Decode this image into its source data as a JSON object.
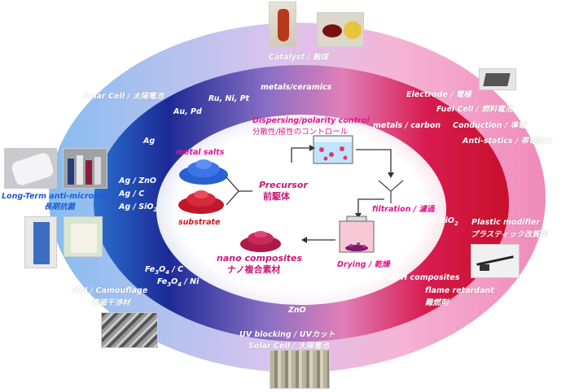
{
  "colors": {
    "outer_left": "#7fb7ec",
    "outer_right": "#f4a0c8",
    "middle_left": "#1f2f9a",
    "middle_center": "#c9a6df",
    "middle_right": "#d01030",
    "inner": "#ffffff",
    "label_blue": "#1f5bd6",
    "accent_magenta": "#e0188c"
  },
  "top": {
    "catalyst": "Catalyst / 触媒",
    "metals_ceramics": "metals/ceramics",
    "ru_ni_pt": "Ru, Ni, Pt",
    "au_pd": "Au, Pd",
    "ag": "Ag"
  },
  "left": {
    "solar_cell": "Solar Cell / 太陽電池",
    "antimicrobial_en": "Long-Term anti-microbial",
    "antimicrobial_jp": "長期抗菌",
    "ag_zno": "Ag / ZnO",
    "ag_c": "Ag / C",
    "ag_sio2": "Ag / SiO",
    "sio2_sub": "2",
    "fe3o4_c_a": "Fe",
    "fe3o4_c_b": "3",
    "fe3o4_c_c": "O",
    "fe3o4_c_d": "4",
    "fe3o4_c_e": " / C",
    "fe3o4_ni_e": " / Ni",
    "emi_en": "EMI / Camouflage",
    "emi_jp": "電磁干渉材"
  },
  "right": {
    "electrode": "Electrode / 電極",
    "fuel_cell": "Fuel Cell / 燃料電池",
    "metals_carbon": "metals / carbon",
    "conduction": "Conduction / 導電",
    "antistatics": "Anti-statics / 帯電防止",
    "zno_sio2": "ZnO / SiO",
    "plastic_en": "Plastic modifier",
    "plastic_jp": "プラスティック改質剤",
    "mdh": "MDH / ATH composites",
    "flame_en": "flame retardant",
    "flame_jp": "難燃剤"
  },
  "bottom": {
    "zno": "ZnO",
    "uv": "UV blocking / UVカット",
    "solar": "Solar Cell / 太陽電池"
  },
  "center": {
    "metal_salts": "metal salts",
    "substrate": "substrate",
    "precursor_en": "Precursor",
    "precursor_jp": "前駆体",
    "dispersing_en": "Dispersing/polarity control",
    "dispersing_jp": "分散性/極性のコントロール",
    "filtration": "filtration / 濾過",
    "drying": "Drying / 乾燥",
    "nano_en": "nano composites",
    "nano_jp": "ナノ複合素材"
  }
}
